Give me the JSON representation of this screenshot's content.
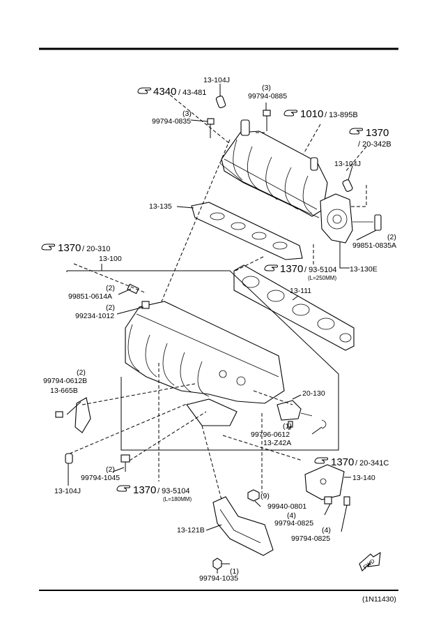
{
  "refs": {
    "r4340": {
      "big": "4340",
      "rest": "/ 43-481"
    },
    "r1010": {
      "big": "1010",
      "rest": "/ 13-895B"
    },
    "r1370_342": {
      "big": "1370",
      "rest": "/ 20-342B"
    },
    "r1370_310": {
      "big": "1370",
      "rest": "/ 20-310"
    },
    "r1370_5104a": {
      "big": "1370",
      "rest": "/ 93-5104",
      "note": "(L=250MM)"
    },
    "r1370_341": {
      "big": "1370",
      "rest": "/ 20-341C"
    },
    "r1370_5104b": {
      "big": "1370",
      "rest": "/ 93-5104",
      "note": "(L=180MM)"
    }
  },
  "labels": {
    "p13_104J_top": "13-104J",
    "q3_a": "(3)",
    "p99794_0885": "99794-0885",
    "q3_b": "(3)",
    "p99794_0835": "99794-0835",
    "p13_104J_right": "13-104J",
    "p13_135": "13-135",
    "q2_a": "(2)",
    "p99851_0835A": "99851-0835A",
    "p13_130E": "13-130E",
    "p13_100": "13-100",
    "p13_111": "13-111",
    "q2_b": "(2)",
    "p99851_0614A": "99851-0614A",
    "q2_c": "(2)",
    "p99234_1012": "99234-1012",
    "q2_d": "(2)",
    "p99794_0612B": "99794-0612B",
    "p13_665B": "13-665B",
    "p20_130": "20-130",
    "q1_a": "(1)",
    "p99796_0612": "99796-0612",
    "p13_Z42A": "13-Z42A",
    "p13_104J_bottom": "13-104J",
    "q2_e": "(2)",
    "p99794_1045": "99794-1045",
    "p13_140": "13-140",
    "q9": "(9)",
    "p99940_0801": "99940-0801",
    "q4_a": "(4)",
    "p99794_0825a": "99794-0825",
    "q4_b": "(4)",
    "p99794_0825b": "99794-0825",
    "p13_121B": "13-121B",
    "q1_b": "(1)",
    "p99794_1035": "99794-1035",
    "fwd": "FWD",
    "code": "(1N11430)"
  }
}
